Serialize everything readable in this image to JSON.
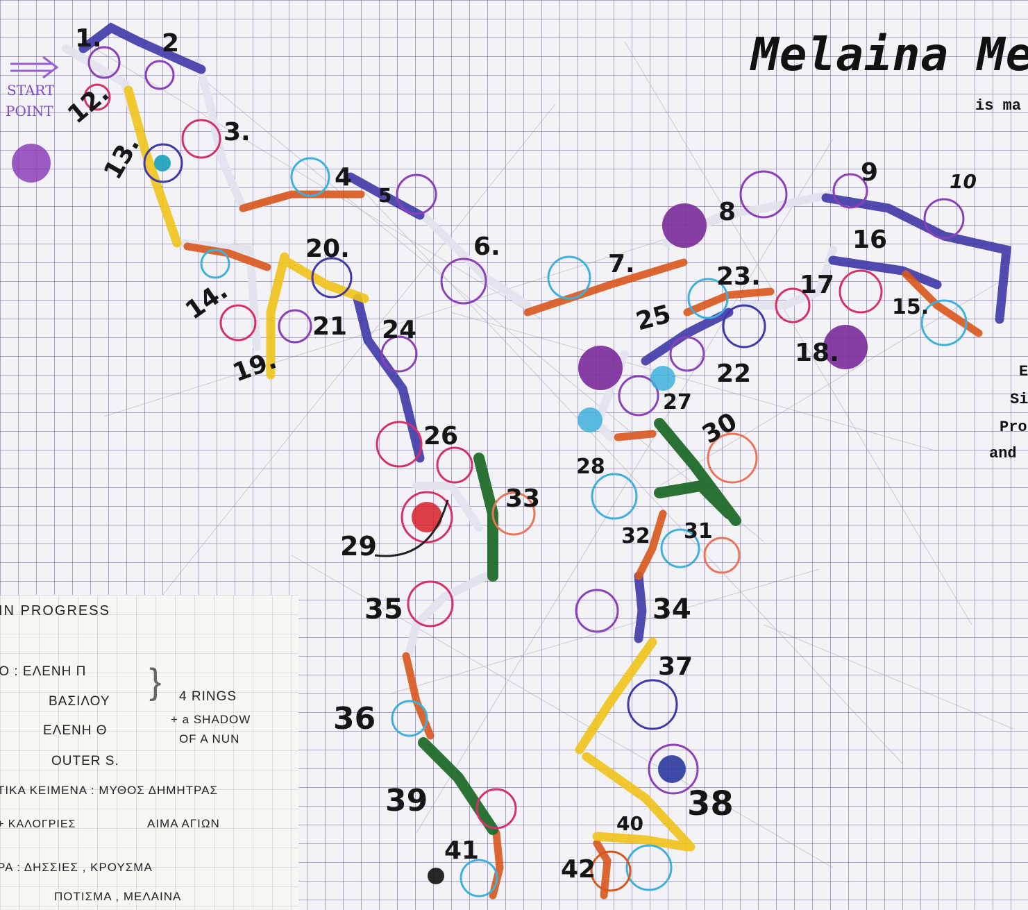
{
  "title": "Melaina Me",
  "subtitle": "is ma",
  "side_text": [
    "E",
    "Si",
    "Pro",
    "and"
  ],
  "start_label_1": "START",
  "start_label_2": "POINT",
  "step_numbers": [
    "1.",
    "2",
    "3.",
    "4",
    "5",
    "6.",
    "7.",
    "8",
    "9",
    "10",
    "12.",
    "13.",
    "14.",
    "15.",
    "16",
    "17",
    "18.",
    "19.",
    "20.",
    "21",
    "22",
    "23.",
    "24",
    "25",
    "26",
    "27",
    "28",
    "29",
    "30",
    "31",
    "32",
    "33",
    "34",
    "35",
    "36",
    "37",
    "38",
    "39",
    "40",
    "41",
    "42"
  ],
  "notes": {
    "heading": "IN PROGRESS",
    "line1_left": "ΙΟ : ΕΛΕΝΗ Π",
    "line2_left": "ΒΑΣΙΛΟΥ",
    "line3_left": "ΕΛΕΝΗ Θ",
    "line4_left": "OUTER S.",
    "rings_1": "4 RINGS",
    "rings_2": "+ a SHADOW",
    "rings_3": "OF A NUN",
    "line5": "ΤΙΚΑ ΚΕΙΜΕΝΑ : ΜΥΘΟΣ ΔΗΜΗΤΡΑΣ",
    "line6_left": "+ ΚΑΛΟΓΡΙΕΣ",
    "line6_right": "ΑΙΜΑ ΑΓΙΩΝ",
    "line7": "ΡΑ : ΔΗΣΣΙΕΣ , ΚΡΟΥΣΜΑ",
    "line8": "ΠΟΤΙΣΜΑ , ΜΕΛΑΙΝΑ"
  },
  "colors": {
    "grid": "#6e64af",
    "blue_stroke": "#3f38a8",
    "orange_stroke": "#d9571c",
    "yellow_stroke": "#f0c31a",
    "green_stroke": "#1f6b2a",
    "white_stroke": "#e6e6ef",
    "purple_ring": "#8b3fb8",
    "pink_ring": "#d4316b",
    "cyan_ring": "#3fb0dc"
  }
}
